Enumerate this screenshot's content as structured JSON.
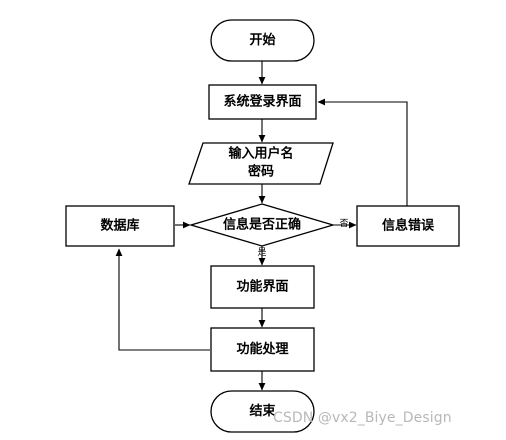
{
  "diagram": {
    "nodes": {
      "start": "开始",
      "login": "系统登录界面",
      "input_line1": "输入用户名",
      "input_line2": "密码",
      "check": "信息是否正确",
      "database": "数据库",
      "error": "信息错误",
      "function_ui": "功能界面",
      "function_proc": "功能处理",
      "end": "结束"
    },
    "edge_labels": {
      "yes": "是",
      "no": "否"
    }
  },
  "watermark": "CSDN @vx2_Biye_Design"
}
